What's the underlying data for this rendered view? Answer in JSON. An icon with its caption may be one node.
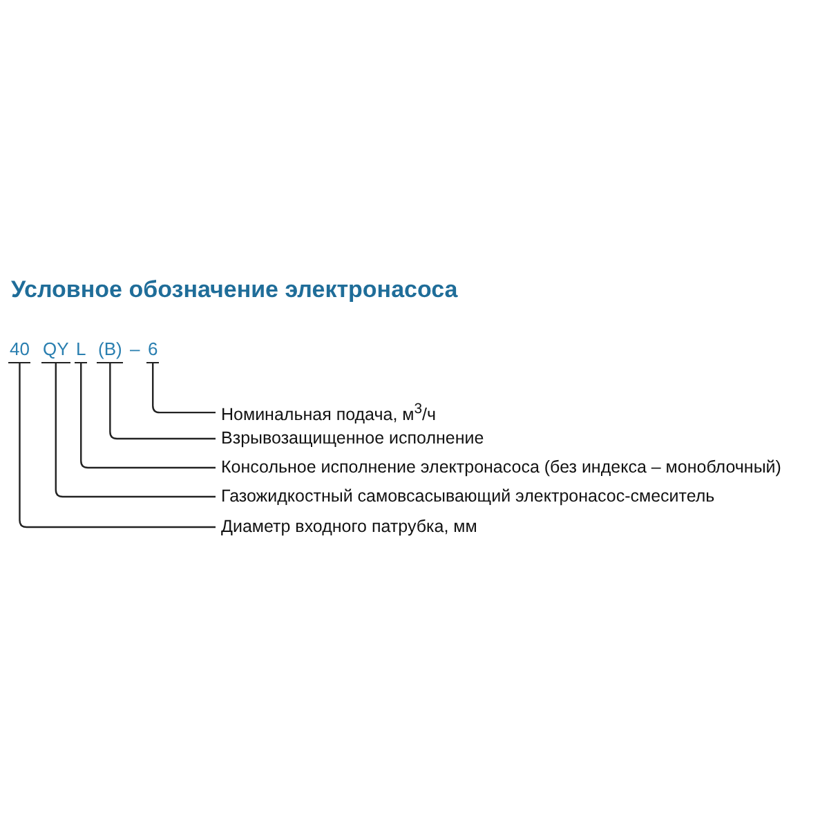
{
  "diagram": {
    "title": "Условное обозначение электронасоса",
    "nodes": [
      {
        "text": [
          "40"
        ]
      },
      {
        "text": [
          "QY"
        ]
      },
      {
        "text": [
          "L"
        ]
      },
      {
        "text": [
          "(B)"
        ]
      },
      {
        "text": [
          "6"
        ]
      },
      {
        "text": [
          "Номинальная подача, м$^{3}$/ч"
        ]
      },
      {
        "text": [
          "Взрывозащищенное исполнение"
        ]
      },
      {
        "text": [
          "Консольное исполнение электронасоса (без индекса – моноблочный)"
        ]
      },
      {
        "text": [
          "Газожидкостный самовсасывающий электронасос-смеситель"
        ]
      },
      {
        "text": [
          "Диаметр входного патрубка, мм"
        ]
      }
    ],
    "edges": [
      {
        "from": 4,
        "to": 5,
        "arrow": "none"
      },
      {
        "from": 3,
        "to": 6,
        "arrow": "none"
      },
      {
        "from": 2,
        "to": 7,
        "arrow": "none"
      },
      {
        "from": 1,
        "to": 8,
        "arrow": "none"
      },
      {
        "from": 0,
        "to": 9,
        "arrow": "none"
      }
    ],
    "labels": [
      "–"
    ]
  }
}
